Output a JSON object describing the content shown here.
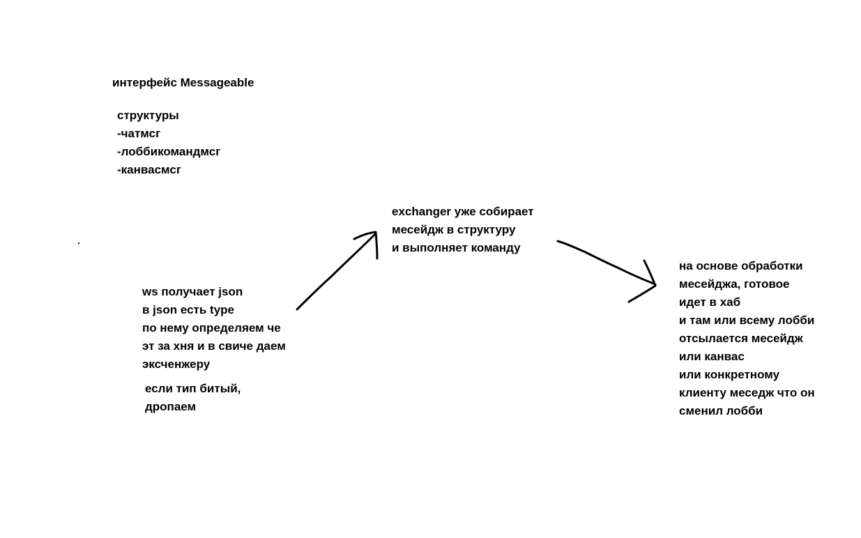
{
  "title": "интерфейс Messageable",
  "structures": {
    "heading": "структуры",
    "items": [
      "-чатмсг",
      "-лоббикомандмсг",
      "-канвасмсг"
    ]
  },
  "ws_note": {
    "lines": [
      "ws получает json",
      "в json есть type",
      "по нему определяем че",
      "эт за хня и в свиче даем",
      "эксченжеру"
    ]
  },
  "drop_note": {
    "lines": [
      "если тип битый,",
      "дропаем"
    ]
  },
  "exchanger_note": {
    "lines": [
      "exchanger уже собирает",
      "месейдж в структуру",
      "и выполняет команду"
    ]
  },
  "hub_note": {
    "lines": [
      "на основе обработки",
      "месейджа, готовое",
      "идет в хаб",
      "и там или всему лобби",
      "отсылается месейдж",
      "или канвас",
      "или конкретному",
      "клиенту меседж что он",
      "сменил лобби"
    ]
  },
  "colors": {
    "background": "#ffffff",
    "ink": "#000000"
  }
}
